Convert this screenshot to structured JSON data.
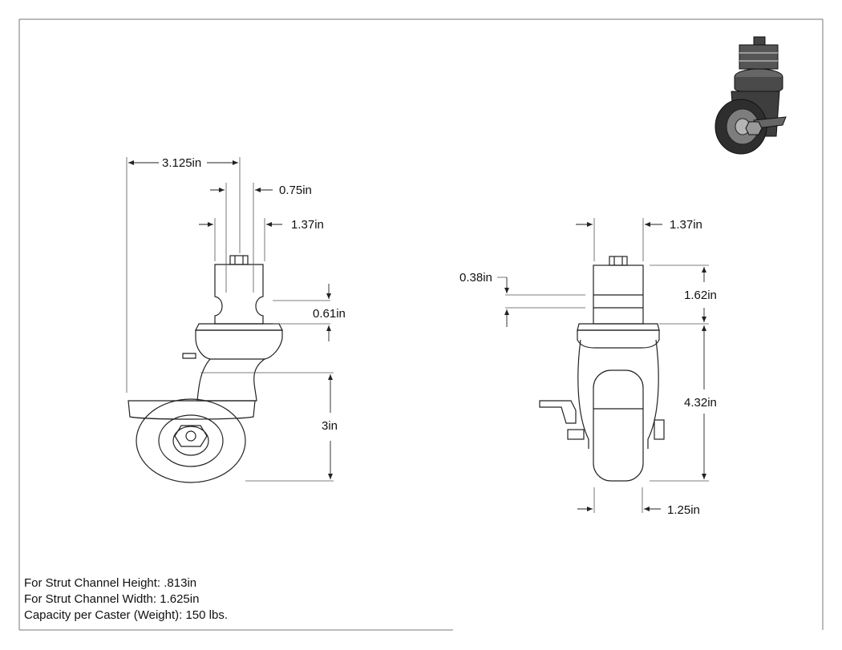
{
  "drawing": {
    "side_view": {
      "overall_width": "3.125in",
      "stem_width": "0.75in",
      "plate_offset": "1.37in",
      "groove_height": "0.61in",
      "wheel_height": "3in"
    },
    "front_view": {
      "plate_offset": "1.37in",
      "groove_offset": "0.38in",
      "stem_height": "1.62in",
      "body_height": "4.32in",
      "wheel_width": "1.25in"
    },
    "notes": [
      "For Strut Channel Height: .813in",
      "For Strut Channel Width: 1.625in",
      "Capacity per Caster (Weight): 150 lbs."
    ]
  },
  "colors": {
    "line": "#222222",
    "thumb_dark": "#333333",
    "thumb_mid": "#777777",
    "thumb_light": "#b5b5b5"
  }
}
